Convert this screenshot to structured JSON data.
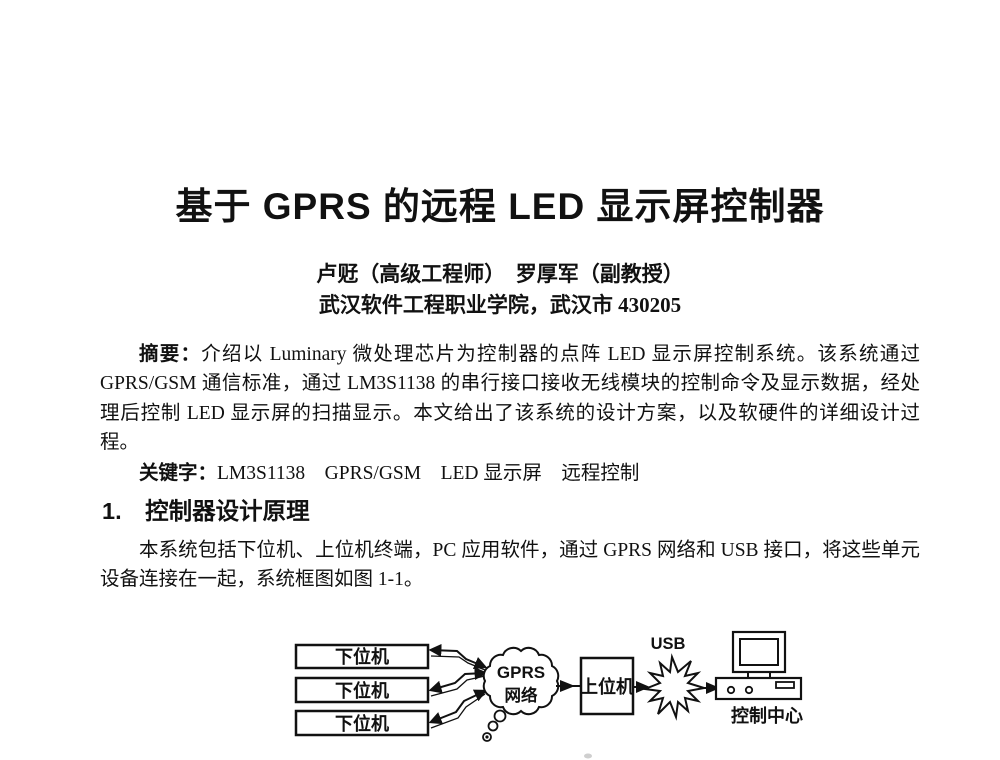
{
  "document": {
    "title": "基于 GPRS 的远程 LED 显示屏控制器",
    "authors": "卢觃（高级工程师）　罗厚军（副教授）",
    "affiliation": "武汉软件工程职业学院，武汉市 430205",
    "abstract": {
      "label": "摘要：",
      "text": "介绍以 Luminary 微处理芯片为控制器的点阵 LED 显示屏控制系统。该系统通过 GPRS/GSM 通信标准，通过 LM3S1138 的串行接口接收无线模块的控制命令及显示数据，经处理后控制 LED 显示屏的扫描显示。本文给出了该系统的设计方案，以及软硬件的详细设计过程。"
    },
    "keywords": {
      "label": "关键字：",
      "text": "LM3S1138　GPRS/GSM　LED 显示屏　远程控制"
    },
    "section1": {
      "heading": "1.　控制器设计原理",
      "body": "本系统包括下位机、上位机终端，PC 应用软件，通过 GPRS 网络和 USB 接口，将这些单元设备连接在一起，系统框图如图 1-1。"
    }
  },
  "figure": {
    "lower_machine_label": "下位机",
    "cloud_line1": "GPRS",
    "cloud_line2": "网络",
    "upper_machine_label": "上位机",
    "usb_label": "USB",
    "control_center_label": "控制中心"
  },
  "colors": {
    "ink": "#111111",
    "paper": "#ffffff"
  }
}
